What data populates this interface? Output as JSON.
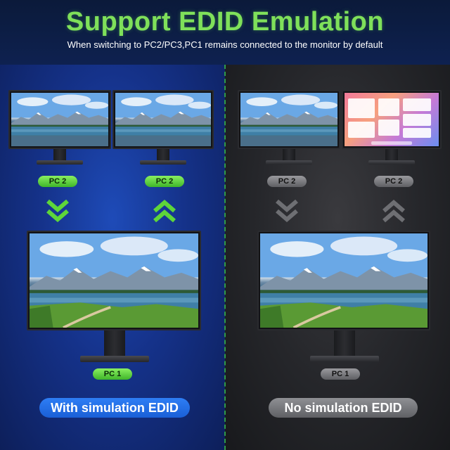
{
  "header": {
    "title": "Support EDID Emulation",
    "subtitle": "When switching to PC2/PC3,PC1 remains connected to the monitor by default"
  },
  "left_panel": {
    "top_left_label": "PC 2",
    "top_right_label": "PC 2",
    "bottom_label": "PC 1",
    "caption": "With simulation EDID",
    "colors": {
      "background": "#15328a",
      "pill": "#3fb52a",
      "arrow": "#5ed63a",
      "caption_bg": "#2e7ef5"
    }
  },
  "right_panel": {
    "top_left_label": "PC 2",
    "top_right_label": "PC 2",
    "bottom_label": "PC 1",
    "caption": "No simulation EDID",
    "colors": {
      "background": "#26272b",
      "pill": "#7a7b7f",
      "arrow": "#6e6f73",
      "caption_bg": "#7a7b7f"
    }
  },
  "icons": {
    "down_arrow": "double-chevron-down-icon",
    "up_arrow": "double-chevron-up-icon"
  }
}
